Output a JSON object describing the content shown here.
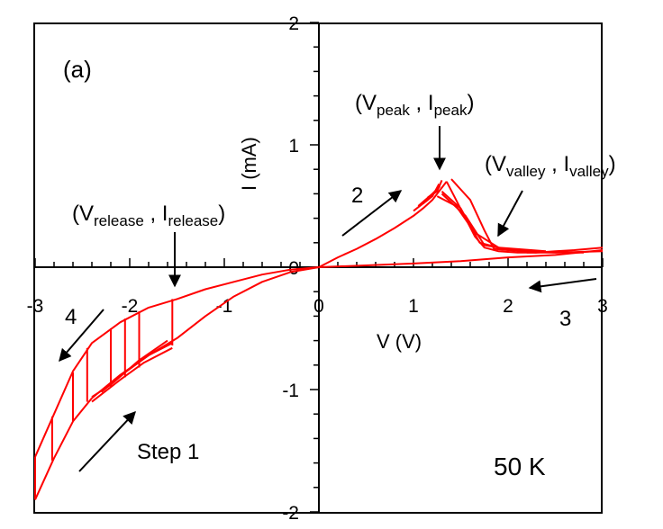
{
  "chart_data": {
    "type": "line",
    "panel_label": "(a)",
    "xlabel": "V (V)",
    "ylabel": "I (mA)",
    "xlim": [
      -3,
      3
    ],
    "ylim": [
      -2,
      2
    ],
    "xticks": [
      -3,
      -2,
      -1,
      0,
      1,
      2,
      3
    ],
    "yticks": [
      -2,
      -1,
      0,
      1,
      2
    ],
    "temperature_label": "50 K",
    "series_color": "#ff0000",
    "annotations": {
      "peak": {
        "main": "V",
        "sub": "peak",
        "main2": "I",
        "sub2": "peak"
      },
      "valley": {
        "main": "V",
        "sub": "valley",
        "main2": "I",
        "sub2": "valley"
      },
      "release": {
        "main": "V",
        "sub": "release",
        "main2": "I",
        "sub2": "release"
      },
      "step1": "Step 1",
      "step2": "2",
      "step3": "3",
      "step4": "4"
    },
    "sweeps": {
      "forward_up": [
        [
          0,
          0
        ],
        [
          0.2,
          0.08
        ],
        [
          0.4,
          0.15
        ],
        [
          0.6,
          0.23
        ],
        [
          0.8,
          0.32
        ],
        [
          1.0,
          0.42
        ],
        [
          1.1,
          0.48
        ],
        [
          1.2,
          0.55
        ],
        [
          1.25,
          0.6
        ],
        [
          1.3,
          0.65
        ],
        [
          1.35,
          0.7
        ]
      ],
      "peak_variants": [
        [
          [
            1.0,
            0.46
          ],
          [
            1.15,
            0.55
          ],
          [
            1.25,
            0.63
          ]
        ],
        [
          [
            1.05,
            0.5
          ],
          [
            1.2,
            0.6
          ],
          [
            1.28,
            0.66
          ]
        ],
        [
          [
            1.1,
            0.52
          ],
          [
            1.2,
            0.58
          ],
          [
            1.27,
            0.68
          ]
        ],
        [
          [
            1.15,
            0.57
          ],
          [
            1.25,
            0.62
          ],
          [
            1.3,
            0.71
          ]
        ]
      ],
      "drop_to_valley": [
        [
          1.35,
          0.7
        ],
        [
          1.45,
          0.55
        ],
        [
          1.55,
          0.4
        ],
        [
          1.65,
          0.25
        ],
        [
          1.75,
          0.16
        ],
        [
          1.9,
          0.13
        ],
        [
          2.1,
          0.12
        ],
        [
          2.3,
          0.12
        ],
        [
          2.5,
          0.13
        ],
        [
          2.7,
          0.14
        ],
        [
          3.0,
          0.16
        ]
      ],
      "valley_variants": [
        [
          [
            1.3,
            0.62
          ],
          [
            1.5,
            0.48
          ],
          [
            1.7,
            0.2
          ],
          [
            2.0,
            0.14
          ],
          [
            2.5,
            0.12
          ],
          [
            3.0,
            0.13
          ]
        ],
        [
          [
            1.3,
            0.6
          ],
          [
            1.55,
            0.42
          ],
          [
            1.75,
            0.18
          ],
          [
            2.2,
            0.12
          ],
          [
            2.8,
            0.12
          ]
        ],
        [
          [
            1.25,
            0.58
          ],
          [
            1.45,
            0.5
          ],
          [
            1.65,
            0.28
          ],
          [
            1.9,
            0.16
          ],
          [
            2.4,
            0.13
          ]
        ],
        [
          [
            1.4,
            0.72
          ],
          [
            1.6,
            0.55
          ],
          [
            1.75,
            0.3
          ],
          [
            1.85,
            0.15
          ],
          [
            2.3,
            0.12
          ]
        ]
      ],
      "return_low": [
        [
          3.0,
          0.14
        ],
        [
          2.5,
          0.1
        ],
        [
          2.0,
          0.08
        ],
        [
          1.5,
          0.05
        ],
        [
          1.0,
          0.03
        ],
        [
          0.5,
          0.015
        ],
        [
          0,
          0
        ]
      ],
      "reverse_upper": [
        [
          0,
          0
        ],
        [
          -0.3,
          -0.02
        ],
        [
          -0.6,
          -0.06
        ],
        [
          -0.9,
          -0.12
        ],
        [
          -1.2,
          -0.18
        ],
        [
          -1.5,
          -0.26
        ],
        [
          -1.8,
          -0.33
        ],
        [
          -2.1,
          -0.45
        ],
        [
          -2.4,
          -0.62
        ],
        [
          -2.6,
          -0.85
        ],
        [
          -2.8,
          -1.2
        ],
        [
          -3.0,
          -1.55
        ]
      ],
      "reverse_lower": [
        [
          0,
          0
        ],
        [
          -0.3,
          -0.04
        ],
        [
          -0.6,
          -0.12
        ],
        [
          -0.9,
          -0.24
        ],
        [
          -1.2,
          -0.4
        ],
        [
          -1.5,
          -0.58
        ],
        [
          -1.8,
          -0.72
        ],
        [
          -2.1,
          -0.88
        ],
        [
          -2.4,
          -1.07
        ],
        [
          -2.6,
          -1.26
        ],
        [
          -2.8,
          -1.56
        ],
        [
          -3.0,
          -1.9
        ]
      ],
      "release_jumps": [
        [
          [
            -1.55,
            -0.64
          ],
          [
            -1.55,
            -0.26
          ]
        ],
        [
          [
            -1.9,
            -0.82
          ],
          [
            -1.9,
            -0.36
          ]
        ],
        [
          [
            -2.05,
            -0.9
          ],
          [
            -2.05,
            -0.42
          ]
        ],
        [
          [
            -2.2,
            -0.98
          ],
          [
            -2.2,
            -0.5
          ]
        ],
        [
          [
            -2.45,
            -1.1
          ],
          [
            -2.45,
            -0.66
          ]
        ],
        [
          [
            -2.6,
            -1.26
          ],
          [
            -2.6,
            -0.86
          ]
        ],
        [
          [
            -2.82,
            -1.58
          ],
          [
            -2.82,
            -1.22
          ]
        ],
        [
          [
            -3.0,
            -1.9
          ],
          [
            -3.0,
            -1.55
          ]
        ]
      ],
      "lower_variants": [
        [
          [
            -1.55,
            -0.62
          ],
          [
            -1.8,
            -0.72
          ],
          [
            -2.05,
            -0.86
          ],
          [
            -2.3,
            -1.02
          ]
        ],
        [
          [
            -1.55,
            -0.66
          ],
          [
            -1.85,
            -0.78
          ],
          [
            -2.1,
            -0.92
          ],
          [
            -2.4,
            -1.1
          ]
        ],
        [
          [
            -1.6,
            -0.6
          ],
          [
            -1.9,
            -0.76
          ],
          [
            -2.2,
            -0.96
          ],
          [
            -2.4,
            -1.06
          ]
        ]
      ]
    }
  }
}
